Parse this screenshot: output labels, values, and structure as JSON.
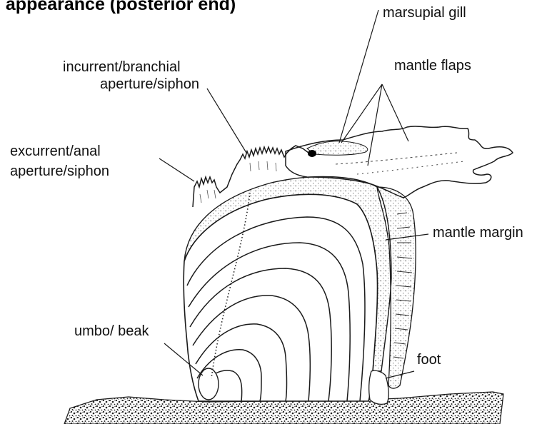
{
  "figure": {
    "title": "l appearance (posterior end)",
    "colors": {
      "ink": "#1a1a1a",
      "background": "#ffffff"
    }
  },
  "labels": {
    "marsupial_gill": "marsupial gill",
    "mantle_flaps": "mantle flaps",
    "incurrent": [
      "incurrent/branchial",
      "aperture/siphon"
    ],
    "excurrent": [
      "excurrent/anal",
      "aperture/siphon"
    ],
    "mantle_margin": "mantle margin",
    "umbo": "umbo/ beak",
    "foot": "foot"
  }
}
